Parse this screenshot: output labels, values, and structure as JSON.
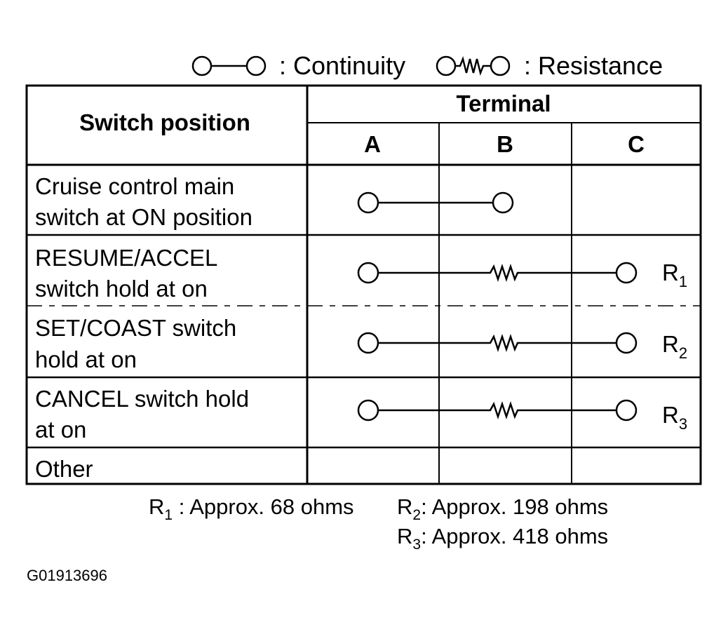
{
  "legend": {
    "continuity_label": ": Continuity",
    "resistance_label": ": Resistance"
  },
  "table": {
    "header_left": "Switch position",
    "header_terminal": "Terminal",
    "terminals": [
      "A",
      "B",
      "C"
    ],
    "rows": [
      {
        "lines": [
          "Cruise control main",
          "switch at ON position"
        ],
        "from": "A",
        "to": "B",
        "resistor": null
      },
      {
        "lines": [
          "RESUME/ACCEL",
          "switch hold at on"
        ],
        "from": "A",
        "to": "C",
        "resistor": {
          "letter": "R",
          "sub": "1"
        }
      },
      {
        "lines": [
          "SET/COAST switch",
          "hold at on"
        ],
        "from": "A",
        "to": "C",
        "resistor": {
          "letter": "R",
          "sub": "2"
        }
      },
      {
        "lines": [
          "CANCEL switch hold",
          "at on"
        ],
        "from": "A",
        "to": "C",
        "resistor": {
          "letter": "R",
          "sub": "3"
        }
      },
      {
        "lines": [
          "Other"
        ],
        "from": null,
        "to": null,
        "resistor": null
      }
    ]
  },
  "notes": {
    "r1": {
      "letter": "R",
      "sub": "1",
      "text": " : Approx. 68 ohms"
    },
    "r2": {
      "letter": "R",
      "sub": "2",
      "text": ": Approx. 198 ohms"
    },
    "r3": {
      "letter": "R",
      "sub": "3",
      "text": ": Approx. 418 ohms"
    }
  },
  "figure_id": "G01913696"
}
